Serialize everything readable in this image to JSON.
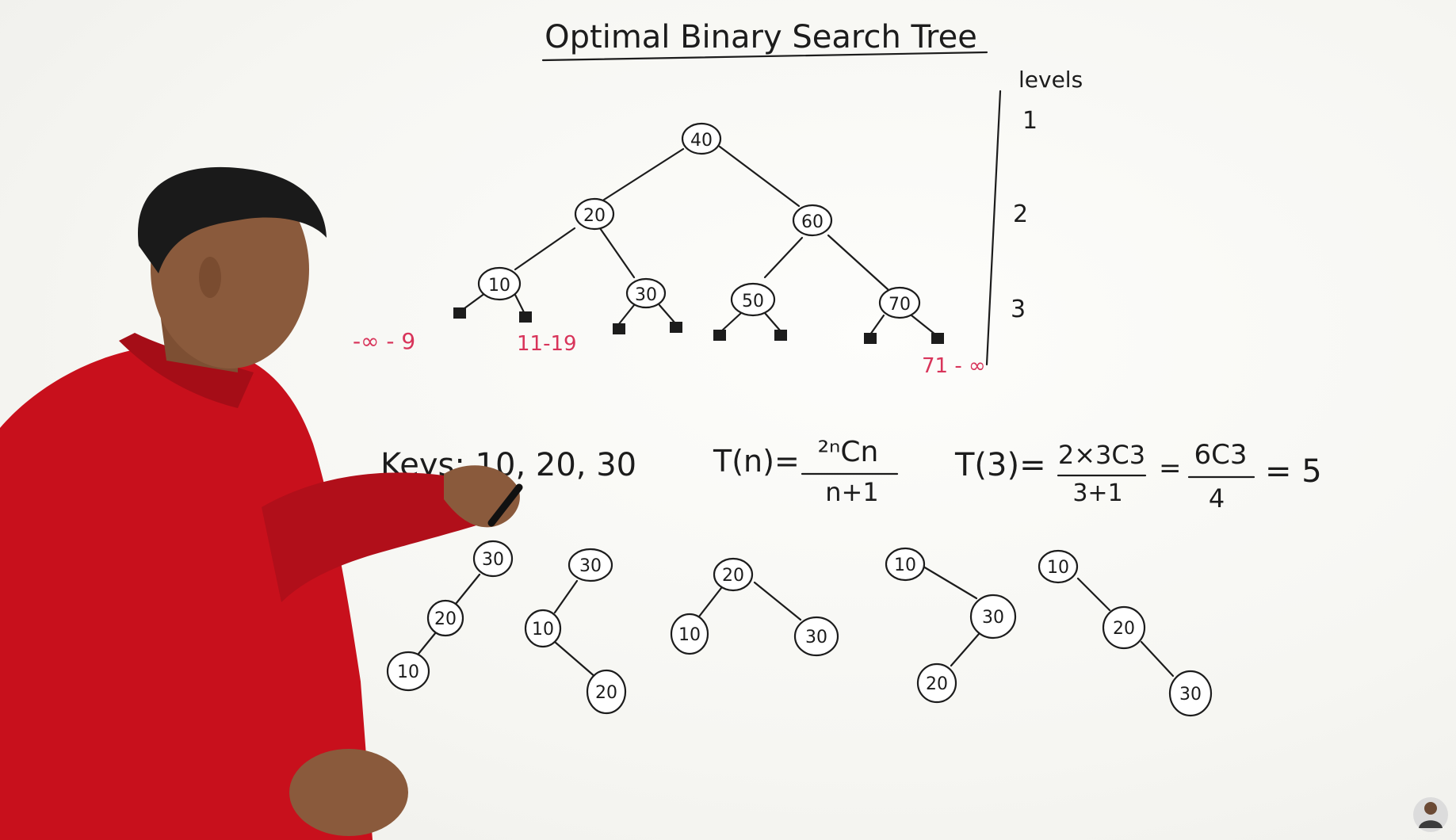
{
  "title": "Optimal Binary Search Tree",
  "levels_label": "levels",
  "level_numbers": [
    "1",
    "2",
    "3"
  ],
  "tree_nodes": [
    "40",
    "20",
    "60",
    "10",
    "30",
    "50",
    "70"
  ],
  "range_labels": {
    "left": "-∞ - 9",
    "middle": "11-19",
    "right": "71 - ∞"
  },
  "keys_text": "Keys: 10, 20, 30",
  "formula_1": {
    "lhs": "T(n)=",
    "numerator": "²ⁿCn",
    "denominator": "n+1"
  },
  "formula_2": {
    "lhs": "T(3)=",
    "numerator": "2×3C3",
    "denominator": "3+1",
    "eq1": "=",
    "num2": "6C3",
    "den2": "4",
    "result": "= 5"
  },
  "small_trees": [
    [
      "30",
      "20",
      "10"
    ],
    [
      "30",
      "10",
      "20"
    ],
    [
      "20",
      "10",
      "30"
    ],
    [
      "10",
      "30",
      "20"
    ],
    [
      "10",
      "20",
      "30"
    ]
  ],
  "colors": {
    "ink": "#1c1c1c",
    "red_marker": "#d8345a",
    "shirt": "#c8101c",
    "skin": "#8a5a3c",
    "hair": "#1a1a1a"
  }
}
